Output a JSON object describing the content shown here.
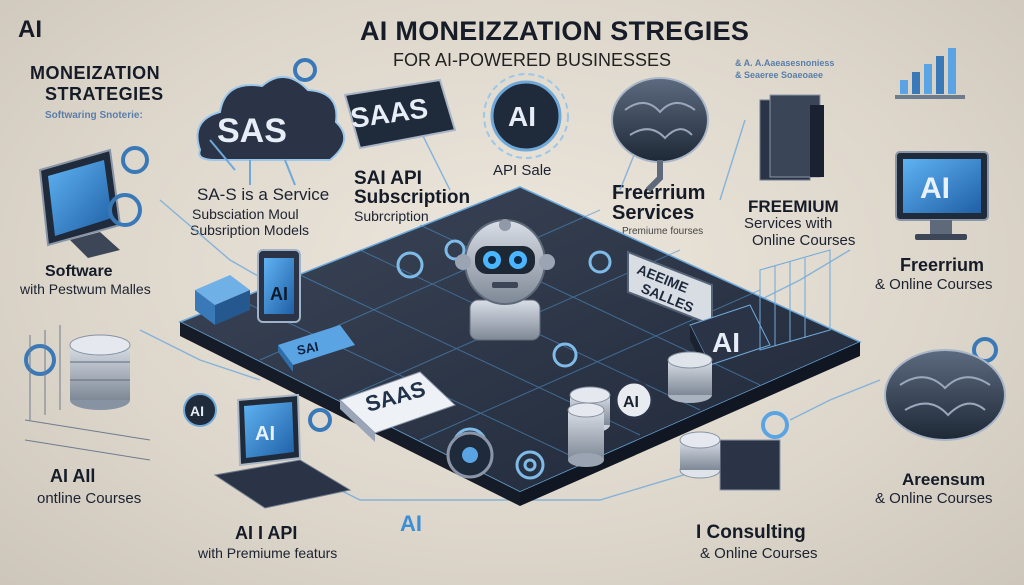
{
  "corner_logo": "AI",
  "title": "AI MONEIZZATION STREGIES",
  "subtitle": "FOR AI-POWERED BUSINESSES",
  "left_panel": {
    "heading_line1": "MONEIZATION",
    "heading_line2": "STRATEGIES",
    "faint": "Softwaring Snoterie:"
  },
  "badges": {
    "cloud_saas": "SAS",
    "saas_plate": "SAAS",
    "api_sale_chip": "AI",
    "monitor_right": "AI",
    "board_ai_chip": "AI",
    "board_ai_badge": "AI",
    "board_tablet": "AI",
    "board_card": "SAAS",
    "board_plate": "SAI",
    "board_sign_line1": "AEEIME",
    "board_sign_line2": "SALLES",
    "laptop_screen": "AI",
    "laptop_tag": "AI",
    "bottom_ai": "AI"
  },
  "labels": {
    "saas_l1": "SA-S is a Service",
    "saas_l2": "Subsciation Moul",
    "saas_l3": "Subsription Models",
    "api_sub_l1": "SAI API",
    "api_sub_l2": "Subscription",
    "api_sub_l3": "Subrcription",
    "api_sale": "API Sale",
    "freemium_l1": "Freerrium",
    "freemium_l2": "Services",
    "freemium_l3": "Premiume fourses",
    "freemium_courses_l1": "FREEMIUM",
    "freemium_courses_l2": "Services with",
    "freemium_courses_l3": "Online Courses",
    "faint_top_right_l1": "& A. A.Aaeasesnoniess",
    "faint_top_right_l2": "& Seaeree Soaeoaee",
    "freerrium_right_l1": "Freerrium",
    "freerrium_right_l2": "& Online Courses",
    "software_l1": "Software",
    "software_l2": "with Pestwum Malles",
    "ai_ail_l1": "AI AIl",
    "ai_ail_l2": "ontline Courses",
    "ai_api_l1": "AI I API",
    "ai_api_l2": "with Premiume featurs",
    "consulting_l1": "I Consulting",
    "consulting_l2": "& Online Courses",
    "areensum_l1": "Areensum",
    "areensum_l2": "& Online Courses"
  },
  "colors": {
    "accent_blue": "#3a8fd6",
    "dark_navy": "#1f2a3a",
    "background": "#e6e0d6"
  }
}
